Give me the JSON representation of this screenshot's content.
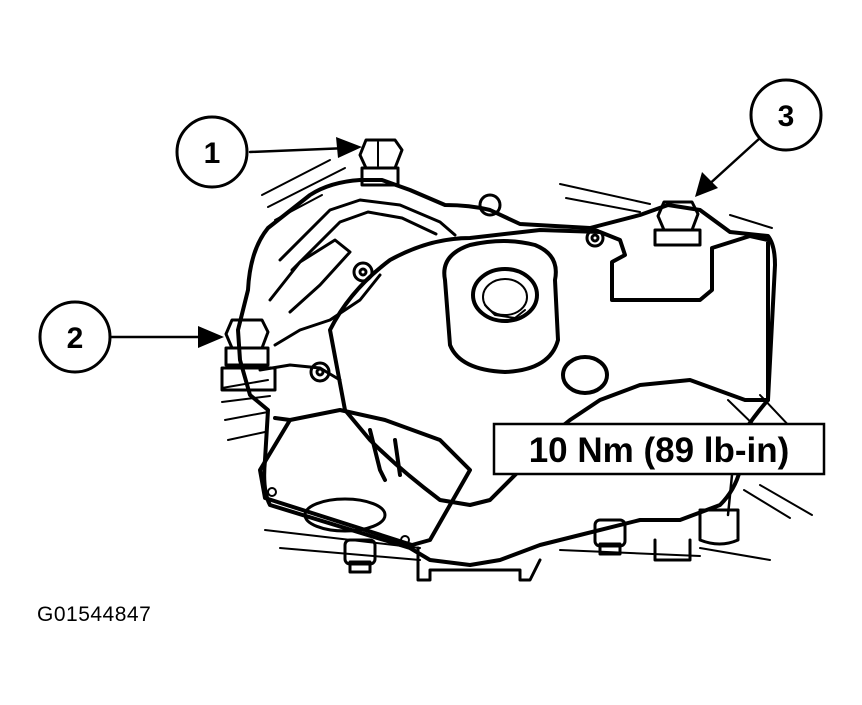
{
  "callouts": [
    {
      "id": "1",
      "label": "1"
    },
    {
      "id": "2",
      "label": "2"
    },
    {
      "id": "3",
      "label": "3"
    }
  ],
  "torque": {
    "label": "10 Nm (89 lb-in)"
  },
  "figure_id": "G01544847",
  "colors": {
    "ink": "#000000",
    "paper": "#ffffff"
  }
}
